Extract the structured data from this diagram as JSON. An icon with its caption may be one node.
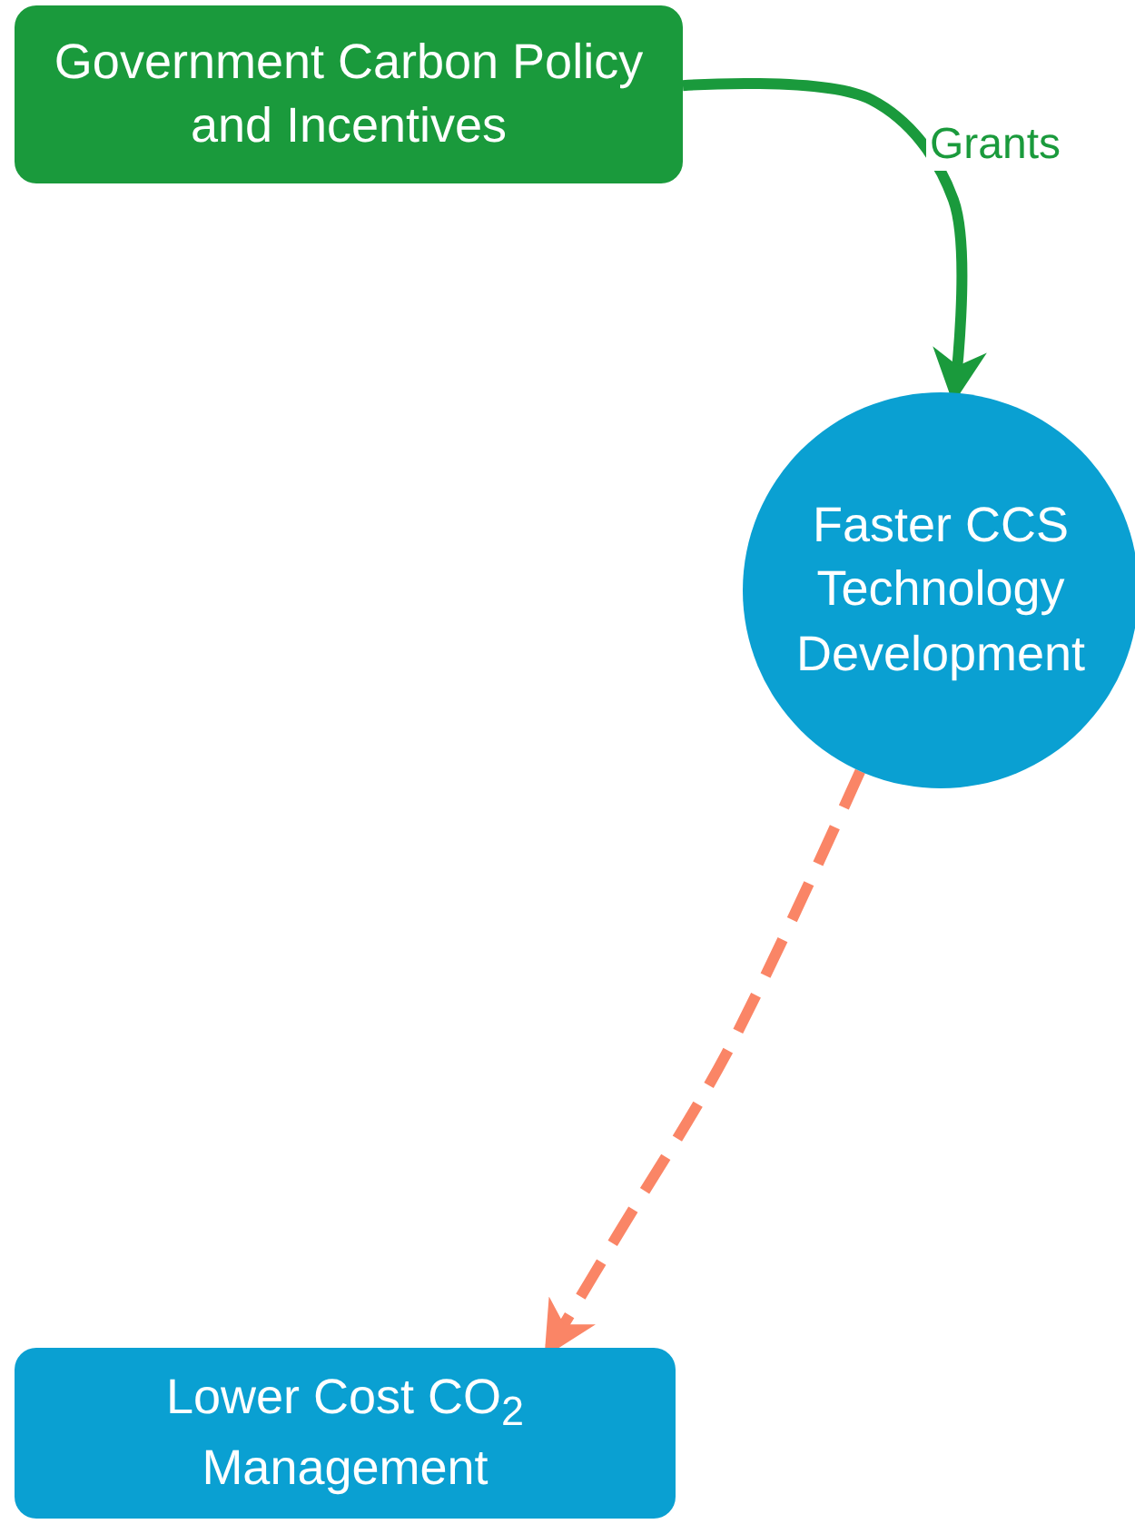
{
  "diagram": {
    "nodes": [
      {
        "text": [
          "Government Carbon Policy and Incentives"
        ]
      },
      {
        "text": [
          "Faster CCS Technology Development"
        ]
      },
      {
        "text": [
          "Lower Cost CO$_{2}$ Management"
        ]
      }
    ],
    "edges": [
      {
        "from": 0,
        "to": 1,
        "arrow": "to",
        "label": "Grants",
        "color": "#1a9a3c"
      },
      {
        "from": 1,
        "to": 2,
        "arrow": "to",
        "style": "dashed",
        "color": "#fa8566"
      }
    ]
  }
}
